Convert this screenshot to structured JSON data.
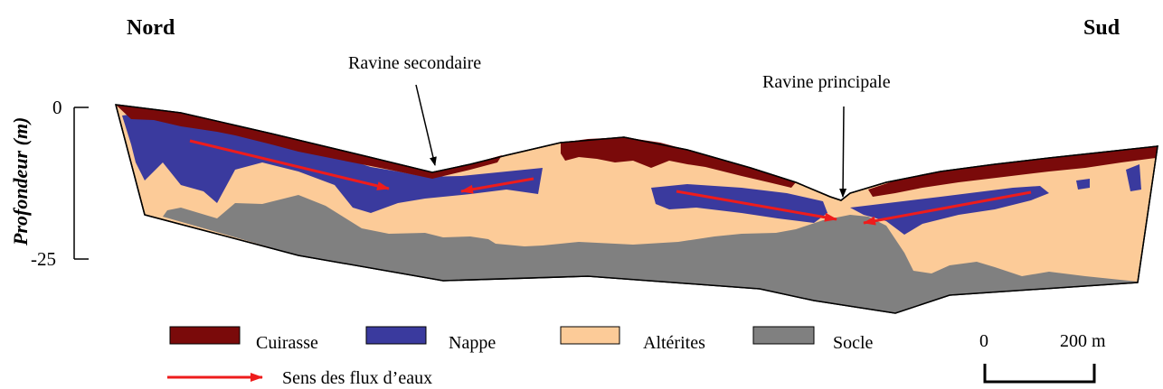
{
  "orientation": {
    "left": "Nord",
    "right": "Sud"
  },
  "axis": {
    "label": "Profondeur (m)",
    "ticks": [
      "0",
      "-25"
    ]
  },
  "annotations": {
    "secondary_ravine": "Ravine secondaire",
    "main_ravine": "Ravine principale"
  },
  "legend": {
    "cuirasse": {
      "label": "Cuirasse",
      "color": "#7a0a0a"
    },
    "nappe": {
      "label": "Nappe",
      "color": "#3a3a9e"
    },
    "alterites": {
      "label": "Altérites",
      "color": "#fccb98"
    },
    "socle": {
      "label": "Socle",
      "color": "#808080"
    },
    "flow": {
      "label": "Sens des flux d’eaux",
      "color": "#ee1c1c"
    }
  },
  "scale": {
    "start": "0",
    "end": "200 m"
  }
}
